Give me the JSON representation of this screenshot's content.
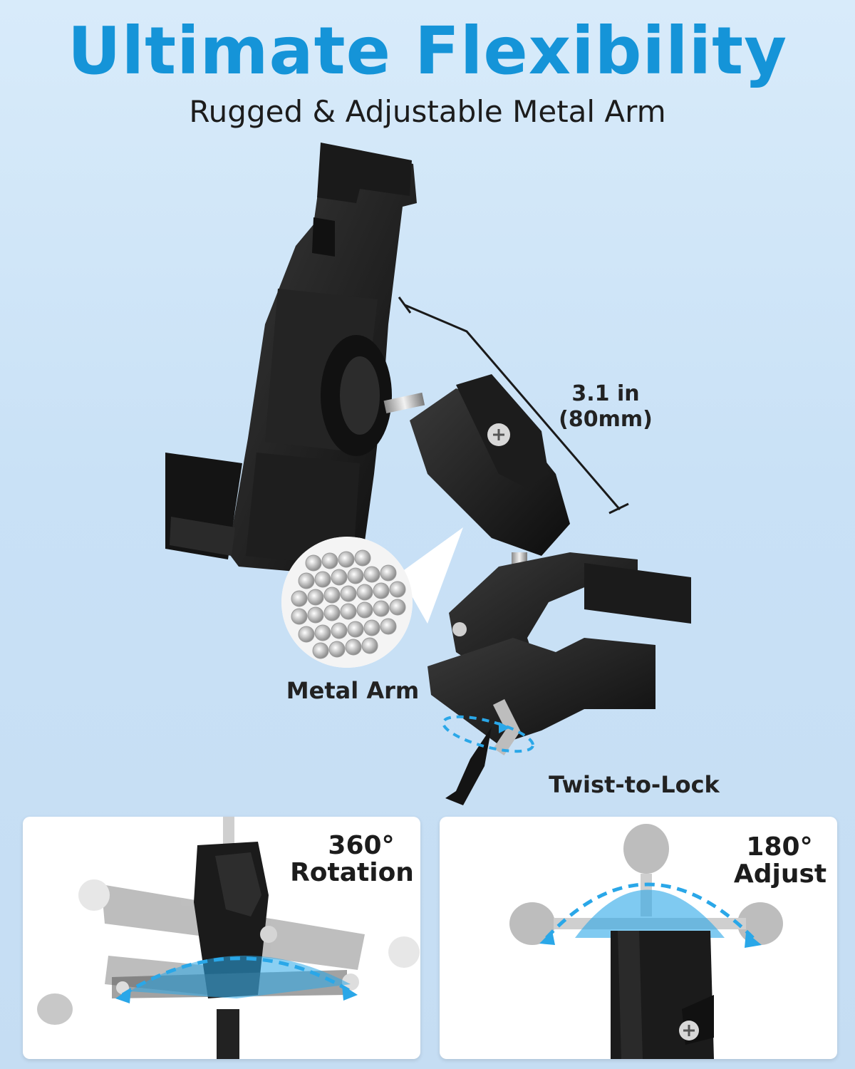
{
  "header": {
    "title": "Ultimate Flexibility",
    "subtitle": "Rugged & Adjustable Metal Arm"
  },
  "callouts": {
    "dimension_inches": "3.1 in",
    "dimension_mm": "(80mm)",
    "metal_arm": "Metal Arm",
    "twist_lock": "Twist-to-Lock"
  },
  "panels": {
    "rotation": {
      "line1": "360°",
      "line2": "Rotation"
    },
    "adjust": {
      "line1": "180°",
      "line2": "Adjust"
    }
  },
  "colors": {
    "accent": "#1594d8",
    "arrow": "#2aa7e8",
    "product": "#1b1b1b",
    "background": "#cfe4f7"
  },
  "icons": [
    "holder-illustration",
    "metal-rods-icon",
    "rotation-arrow-icon",
    "adjust-arrow-icon"
  ]
}
